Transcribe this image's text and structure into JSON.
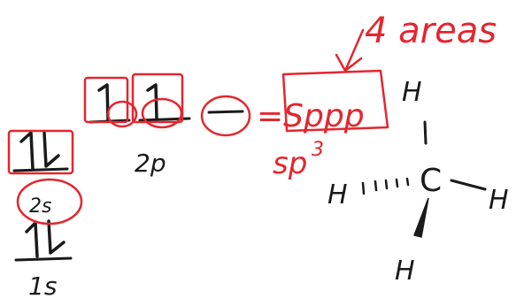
{
  "colors": {
    "black_ink": "#1a1a1a",
    "red_ink": "#e3262f",
    "background": "#ffffff"
  },
  "orbital_diagram": {
    "sublevel_2p": "2p",
    "sublevel_2s": "2s",
    "sublevel_1s": "1s",
    "hybrid_formula": "=Sppp",
    "hybrid_label": "sp",
    "hybrid_superscript": "3"
  },
  "annotation": {
    "text": "4 areas"
  },
  "molecule": {
    "center": "C",
    "top": "H",
    "left": "H",
    "right": "H",
    "bottom": "H"
  }
}
